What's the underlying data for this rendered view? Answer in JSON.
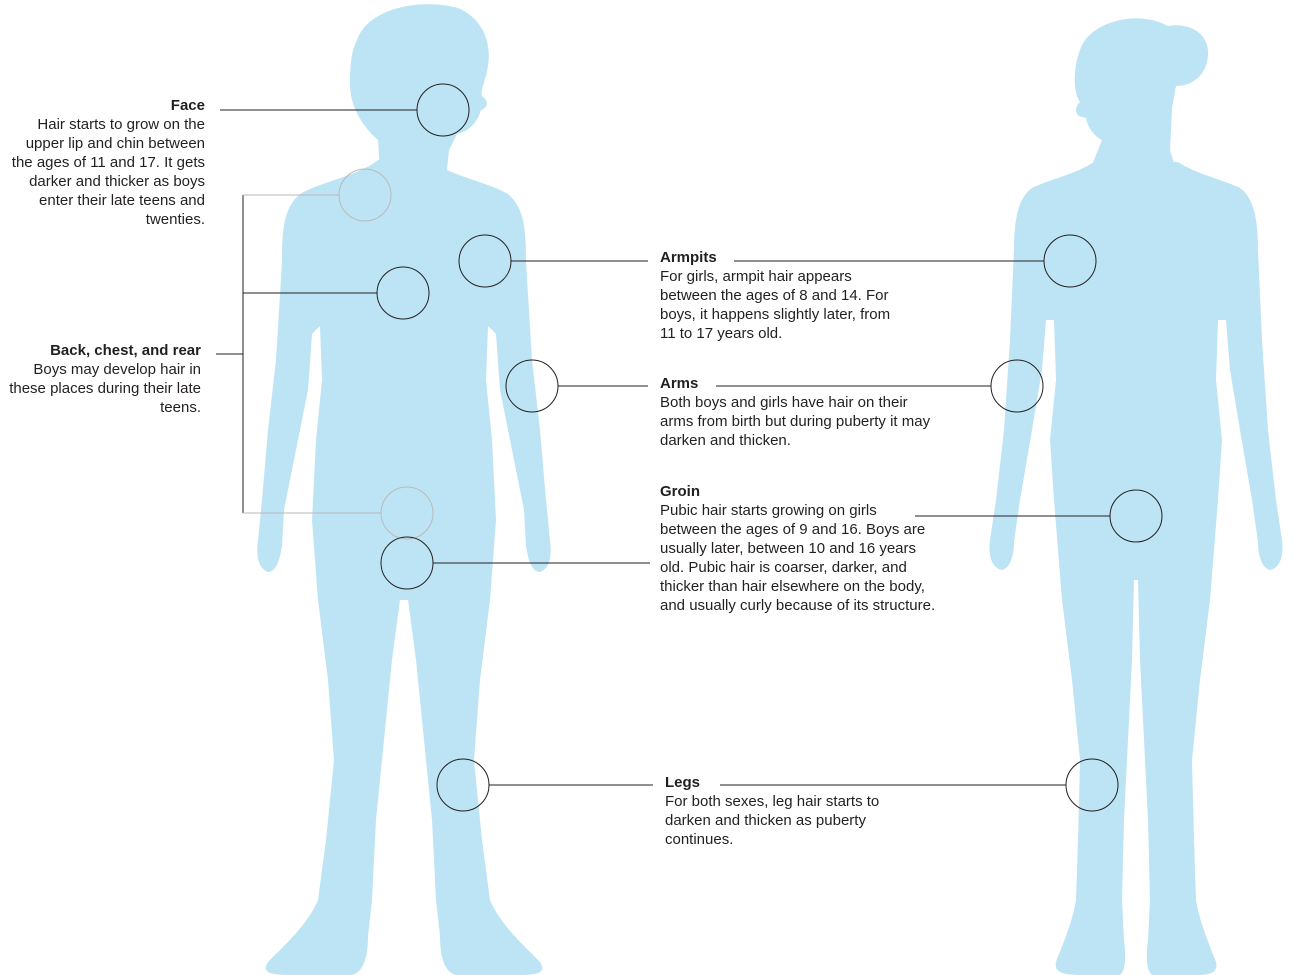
{
  "colors": {
    "silhouette": "#bde4f5",
    "line": "#231f20",
    "faint_line": "#b9b9b9"
  },
  "figures": [
    {
      "name": "boy-silhouette"
    },
    {
      "name": "girl-silhouette"
    }
  ],
  "callouts": {
    "face": {
      "title": "Face",
      "text": "Hair starts to grow on the upper lip and chin between the ages of 11 and 17. It gets darker and thicker as boys enter their late teens and twenties."
    },
    "back_chest_rear": {
      "title": "Back, chest, and rear",
      "text": "Boys may develop hair in these places during their late teens."
    },
    "armpits": {
      "title": "Armpits",
      "text": "For girls, armpit hair appears between the ages of 8 and 14. For boys, it happens slightly later, from 11 to 17 years old."
    },
    "arms": {
      "title": "Arms",
      "text": "Both boys and girls have hair on their arms from birth but during puberty it may darken and thicken."
    },
    "groin": {
      "title": "Groin",
      "text": "Pubic hair starts growing on girls between the ages of 9 and 16. Boys are usually later, between 10 and 16 years old. Pubic hair is coarser, darker, and thicker than hair elsewhere on the body, and usually curly because of its structure."
    },
    "legs": {
      "title": "Legs",
      "text": "For both sexes, leg hair starts to darken and thicken as puberty continues."
    }
  }
}
